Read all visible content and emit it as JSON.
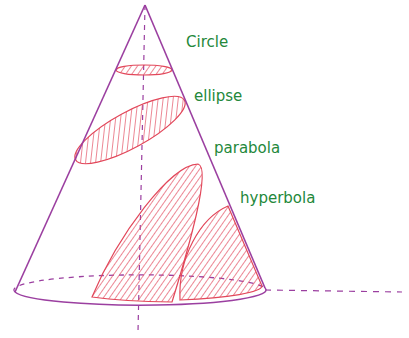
{
  "diagram": {
    "labels": [
      "Circle",
      "ellipse",
      "parabola",
      "hyperbola"
    ]
  }
}
